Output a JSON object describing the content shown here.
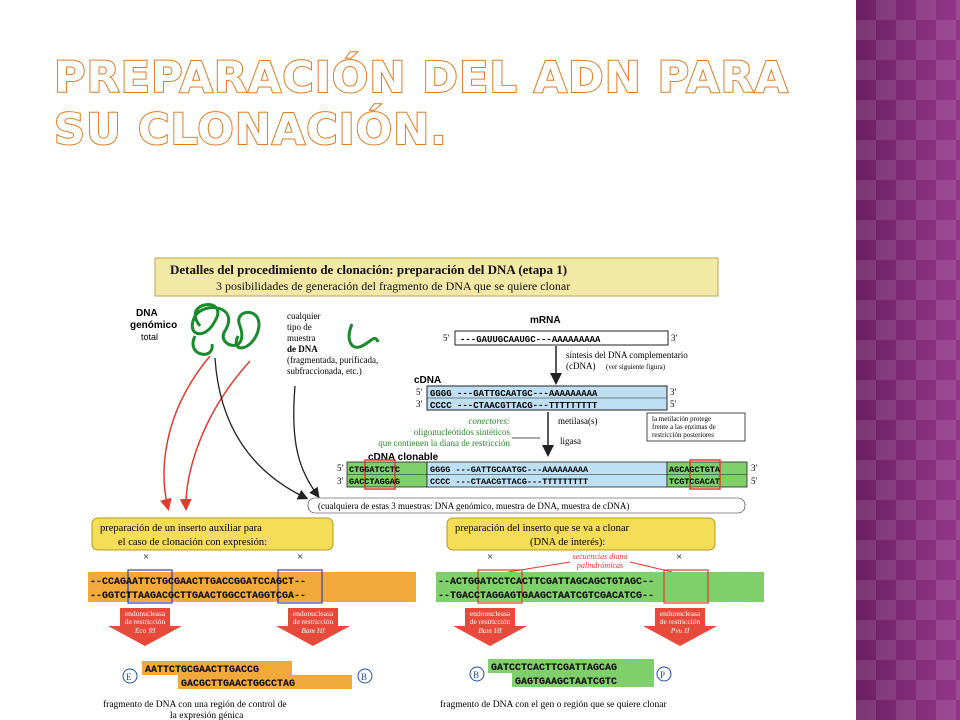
{
  "title": "Preparación del ADN para su clonación.",
  "figure": {
    "header_title": "Detalles del procedimiento de clonación: preparación del DNA (etapa 1)",
    "header_subtitle": "3 posibilidades de generación del fragmento de DNA que se quiere clonar",
    "genomic_label_1": "DNA",
    "genomic_label_2": "genómico",
    "genomic_label_3": "total",
    "sample_label": [
      "cualquier",
      "tipo de",
      "muestra",
      "de DNA",
      "(fragmentada, purificada,",
      "subfraccionada, etc.)"
    ],
    "mrna_label": "mRNA",
    "mrna_seq": "---GAUUGCAAUGC---AAAAAAAAA",
    "five_prime": "5'",
    "three_prime": "3'",
    "cdna_synthesis_1": "síntesis del DNA complementario",
    "cdna_synthesis_2": "(cDNA)",
    "cdna_synthesis_note": "(ver siguiente figura)",
    "cdna_label": "cDNA",
    "cdna_top": "GGGG  ---GATTGCAATGC---AAAAAAAAA",
    "cdna_bottom": "CCCC  ---CTAACGTTACG---TTTTTTTTT",
    "metilasa_label": "metilasa(s)",
    "metilasa_note": [
      "la metilación protege",
      "frente a las enzimas de",
      "restricción posteriores"
    ],
    "conectores": [
      "conectores:",
      "oligonucleótidos sintéticos",
      "que contienen la diana de restricción"
    ],
    "ligasa_label": "ligasa",
    "clonable_label": "cDNA clonable",
    "clonable_top_left": "CTGGATCCTC",
    "clonable_top_mid": "GGGG  ---GATTGCAATGC---AAAAAAAAA",
    "clonable_top_right": "AGCAGCTGTA",
    "clonable_bottom_left": "GACCTAGGAG",
    "clonable_bottom_mid": "CCCC  ---CTAACGTTACG---TTTTTTTTT",
    "clonable_bottom_right": "TCGTCGACAT",
    "samples_note": "(cualquiera de estas 3 muestras: DNA genómico, muestra de DNA, muestra de cDNA)",
    "left_box": [
      "preparación de un inserto auxiliar para",
      "el caso de clonación con expresión:"
    ],
    "left_top": "--CCAGAATTCTGCGAACTTGACCGGATCCAGCT--",
    "left_bottom": "--GGTCTTAAGACGCTTGAACTGGCCTAGGTCGA--",
    "left_enzyme1": [
      "endonucleasa",
      "de restricción",
      "Eco RI"
    ],
    "left_enzyme2": [
      "endonucleasa",
      "de restricción",
      "Bam HI"
    ],
    "left_frag_top": "AATTCTGCGAACTTGACCG",
    "left_frag_bottom": "GACGCTTGAACTGGCCTAG",
    "left_marker1": "E",
    "left_marker2": "B",
    "left_caption": [
      "fragmento de DNA con una región de control de",
      "la expresión génica"
    ],
    "right_box": [
      "preparación del inserto que se va a clonar",
      "(DNA de interés):"
    ],
    "palindromic": [
      "secuencias diana",
      "palindrómicas"
    ],
    "right_top": "--ACTGGATCCTCACTTCGATTAGCAGCTGTAGC--",
    "right_bottom": "--TGACCTAGGAGTGAAGCTAATCGTCGACATCG--",
    "right_enzyme1": [
      "endonucleasa",
      "de restricción",
      "Bam HI"
    ],
    "right_enzyme2": [
      "endonucleasa",
      "de restricción",
      "Pvu II"
    ],
    "right_frag_top": "GATCCTCACTTCGATTAGCAG",
    "right_frag_bottom": "GAGTGAAGCTAATCGTC",
    "right_marker1": "B",
    "right_marker2": "P",
    "right_caption": "fragmento de DNA con el gen o región que se quiere clonar",
    "cut_mark": "×",
    "colors": {
      "header": "#f3e9a6",
      "yellow_box": "#f5dd58",
      "orange": "#f0a93a",
      "green": "#7fcf6a",
      "blue": "#bfe0f2",
      "red": "#e23b2e"
    }
  }
}
